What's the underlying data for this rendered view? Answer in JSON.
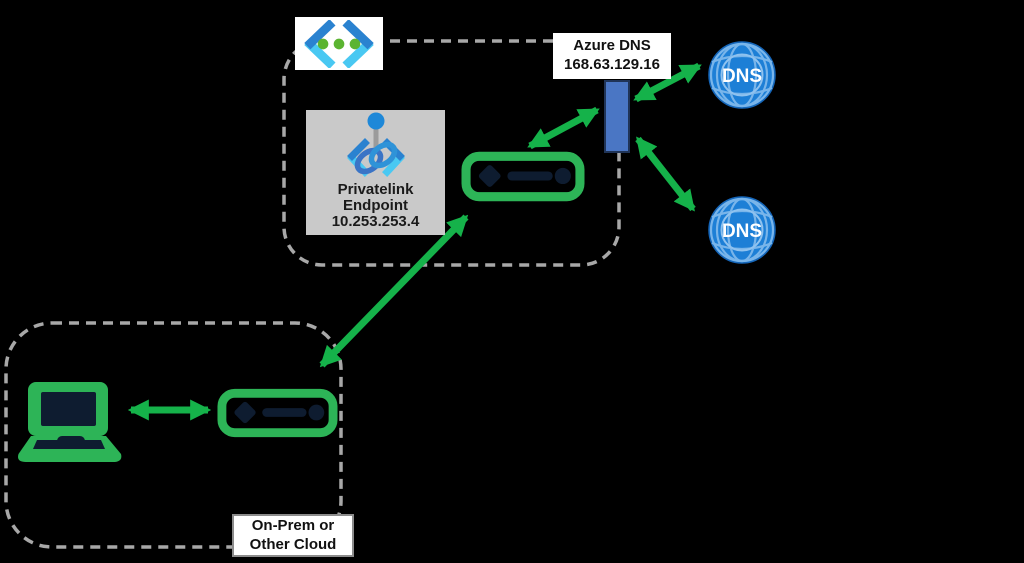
{
  "colors": {
    "background": "#000000",
    "arrow_green": "#15b24a",
    "icon_green": "#2db457",
    "icon_navy": "#0e1c30",
    "dashed_gray": "#a8a8a8",
    "bar_fill": "#4a76c4",
    "bar_border": "#203457",
    "globe_blue": "#1d7fd6",
    "privatelink_bg": "#c9c9c9"
  },
  "azure_dns": {
    "name": "Azure DNS",
    "ip": "168.63.129.16"
  },
  "privatelink": {
    "line1": "Privatelink",
    "line2": "Endpoint",
    "ip": "10.253.253.4"
  },
  "onprem": {
    "line1": "On-Prem or",
    "line2": "Other Cloud"
  },
  "public_dns": {
    "top_label": "DNS",
    "bottom_label": "DNS"
  }
}
